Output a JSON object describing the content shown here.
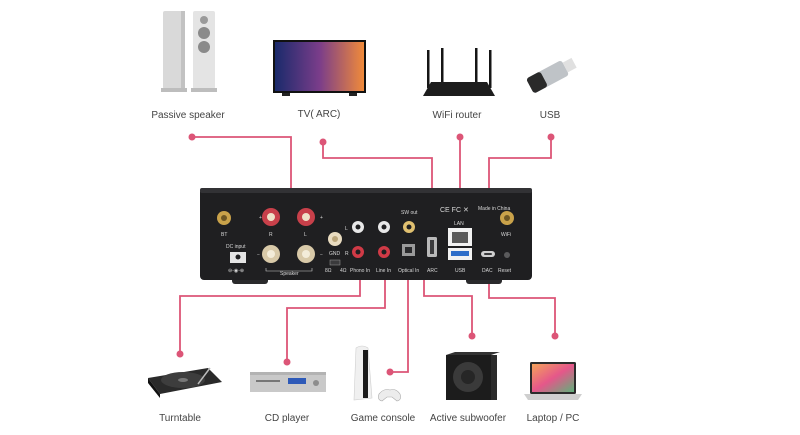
{
  "devices_top": [
    {
      "id": "passive-speaker",
      "label": "Passive speaker"
    },
    {
      "id": "tv",
      "label": "TV( ARC)"
    },
    {
      "id": "wifi-router",
      "label": "WiFi router"
    },
    {
      "id": "usb",
      "label": "USB"
    }
  ],
  "devices_bottom": [
    {
      "id": "turntable",
      "label": "Turntable"
    },
    {
      "id": "cd-player",
      "label": "CD player"
    },
    {
      "id": "game-console",
      "label": "Game console"
    },
    {
      "id": "active-subwoofer",
      "label": "Active subwoofer"
    },
    {
      "id": "laptop",
      "label": "Laptop / PC"
    }
  ],
  "panel": {
    "bt": "BT",
    "dc_input": "DC input",
    "plus_r": "+",
    "plus_l": "+",
    "r": "R",
    "l": "L",
    "minus_r": "−",
    "minus_l": "−",
    "speaker": "Speaker",
    "gnd": "GND",
    "ohm8": "8Ω",
    "ohm4": "4Ω",
    "jack_l": "L",
    "jack_r": "R",
    "phono_in": "Phono In",
    "line_in": "Line In",
    "sw_out": "SW out",
    "optical_in": "Optical In",
    "arc": "ARC",
    "made_in": "Made in China",
    "lan": "LAN",
    "usb_port": "USB",
    "dac": "DAC",
    "reset": "Reset",
    "wifi": "WiFi"
  },
  "colors": {
    "wire": "#dc5577",
    "panel": "#1f1f21",
    "label": "#444444"
  }
}
